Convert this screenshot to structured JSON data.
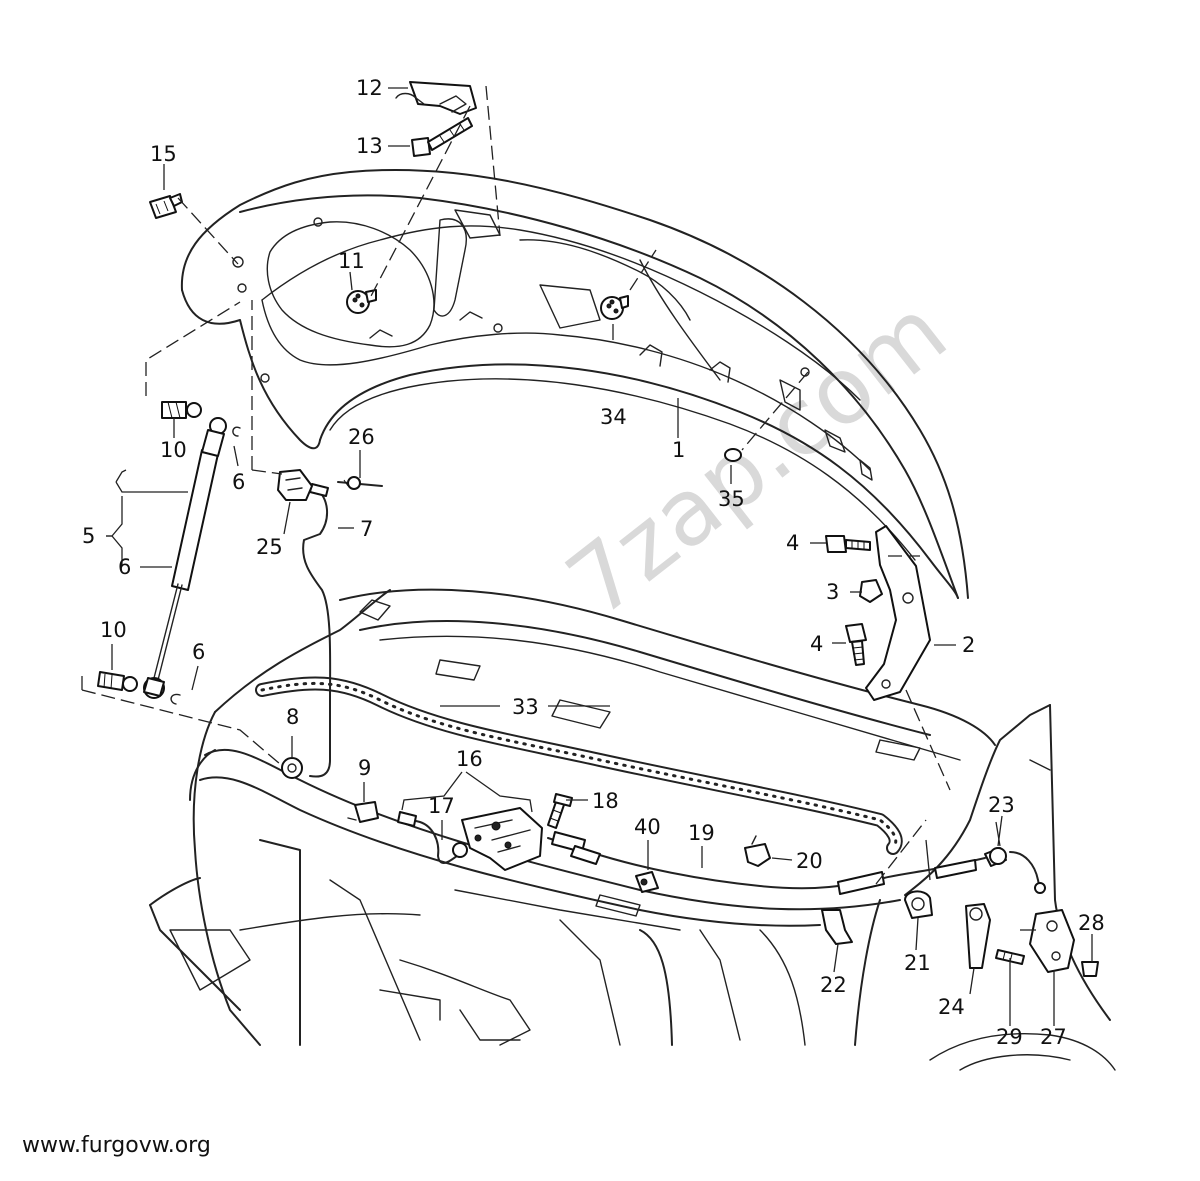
{
  "diagram": {
    "watermark": "7zap.com",
    "footer": "www.furgovw.org",
    "callouts": {
      "c1": "1",
      "c2": "2",
      "c3": "3",
      "c4a": "4",
      "c4b": "4",
      "c5": "5",
      "c6a": "6",
      "c6b": "6",
      "c6c": "6",
      "c7": "7",
      "c8": "8",
      "c9": "9",
      "c10a": "10",
      "c10b": "10",
      "c11": "11",
      "c12": "12",
      "c13": "13",
      "c15": "15",
      "c16": "16",
      "c17": "17",
      "c18": "18",
      "c19": "19",
      "c20": "20",
      "c21": "21",
      "c22": "22",
      "c23": "23",
      "c24": "24",
      "c25": "25",
      "c26": "26",
      "c27": "27",
      "c28": "28",
      "c29": "29",
      "c33": "33",
      "c34": "34",
      "c35": "35",
      "c40": "40"
    }
  }
}
